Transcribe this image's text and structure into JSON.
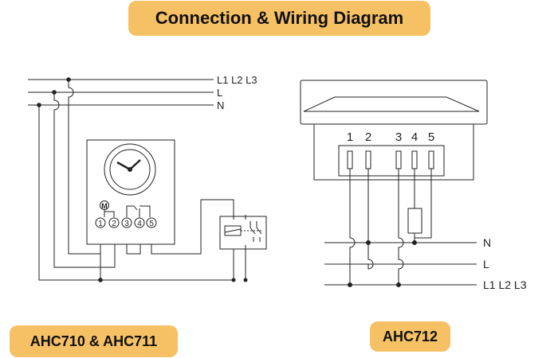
{
  "title": "Connection & Wiring Diagram",
  "left": {
    "model_label": "AHC710 & AHC711",
    "lines": {
      "phases": "L1 L2 L3",
      "live": "L",
      "neutral": "N"
    },
    "motor_symbol": "M",
    "terminals": [
      "1",
      "2",
      "3",
      "4",
      "5"
    ]
  },
  "right": {
    "model_label": "AHC712",
    "terminals": [
      "1",
      "2",
      "3",
      "4",
      "5"
    ],
    "lines": {
      "neutral": "N",
      "live": "L",
      "phases": "L1  L2  L3"
    }
  },
  "colors": {
    "badge": "#f6c064",
    "line": "#222222"
  }
}
